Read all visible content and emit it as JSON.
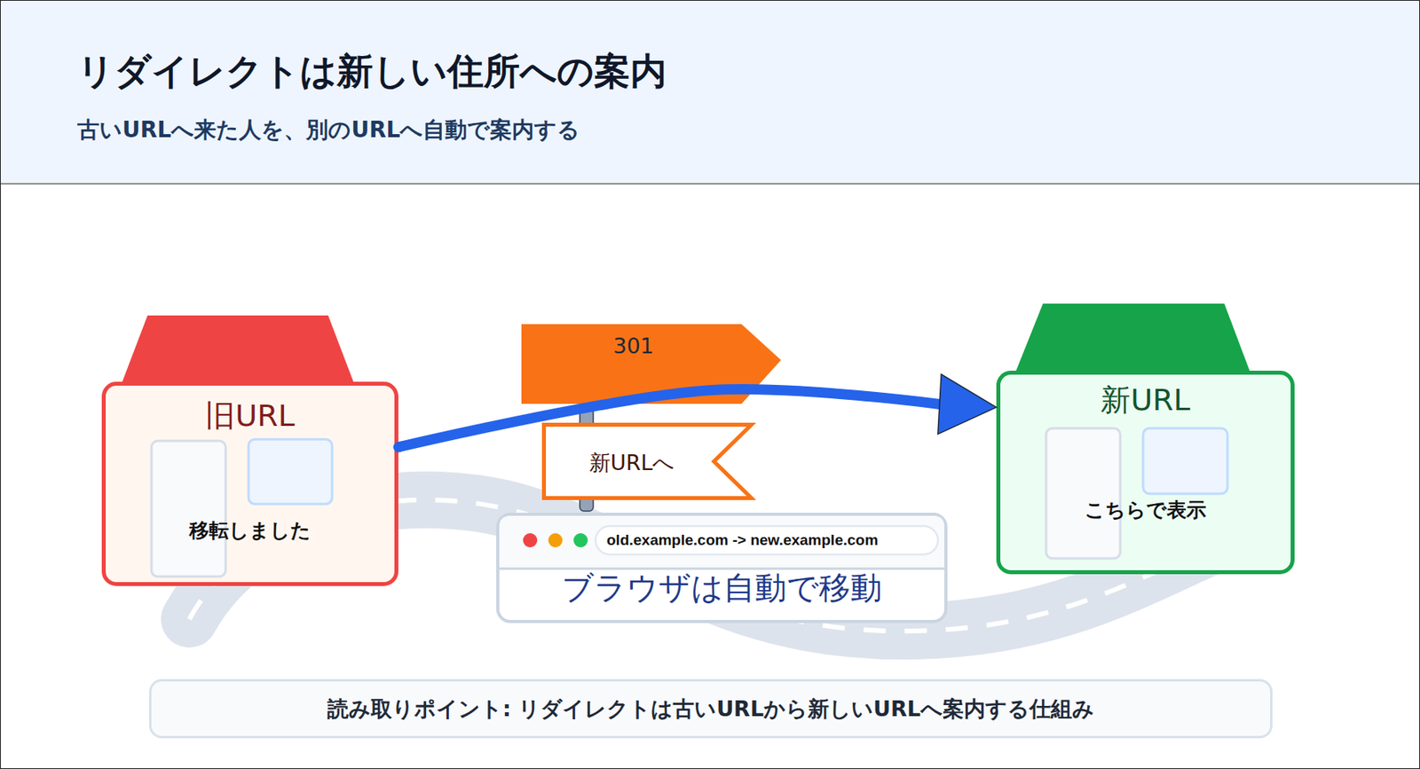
{
  "diagram": {
    "title": "リダイレクトは新しい住所への案内",
    "caption": "読み取りポイント: リダイレクトは古いURLから新しいURLへ案内する仕組み",
    "nodes": [
      {
        "text": [
          "旧URL",
          "移転しました"
        ]
      },
      {
        "text": [
          "301"
        ]
      },
      {
        "text": [
          "新URLへ"
        ]
      },
      {
        "text": [
          "old.example.com -> new.example.com",
          "ブラウザは自動で移動"
        ]
      },
      {
        "text": [
          "新URL",
          "こちらで表示"
        ]
      }
    ],
    "edges": [
      {
        "from": 0,
        "to": 4,
        "arrow": "to"
      }
    ],
    "labels": [
      "古いURLへ来た人を、別のURLへ自動で案内する"
    ]
  }
}
